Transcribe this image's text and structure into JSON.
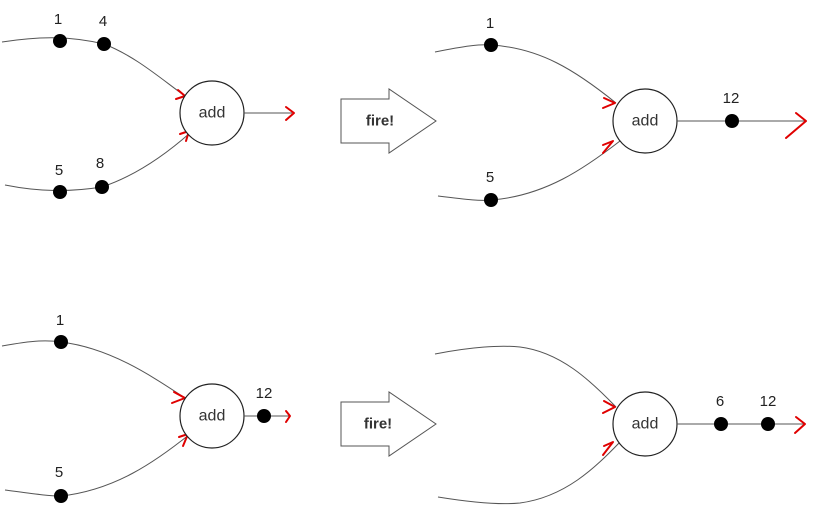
{
  "colors": {
    "arrowhead": "#e00000",
    "token": "#000000",
    "wire": "#555555"
  },
  "scenarios": [
    {
      "before": {
        "node_label": "add",
        "inputs_top": [
          "1",
          "4"
        ],
        "inputs_bottom": [
          "5",
          "8"
        ],
        "outputs": []
      },
      "action_label": "fire!",
      "after": {
        "node_label": "add",
        "inputs_top": [
          "1"
        ],
        "inputs_bottom": [
          "5"
        ],
        "outputs": [
          "12"
        ]
      }
    },
    {
      "before": {
        "node_label": "add",
        "inputs_top": [
          "1"
        ],
        "inputs_bottom": [
          "5"
        ],
        "outputs": [
          "12"
        ]
      },
      "action_label": "fire!",
      "after": {
        "node_label": "add",
        "inputs_top": [],
        "inputs_bottom": [],
        "outputs": [
          "6",
          "12"
        ]
      }
    }
  ]
}
